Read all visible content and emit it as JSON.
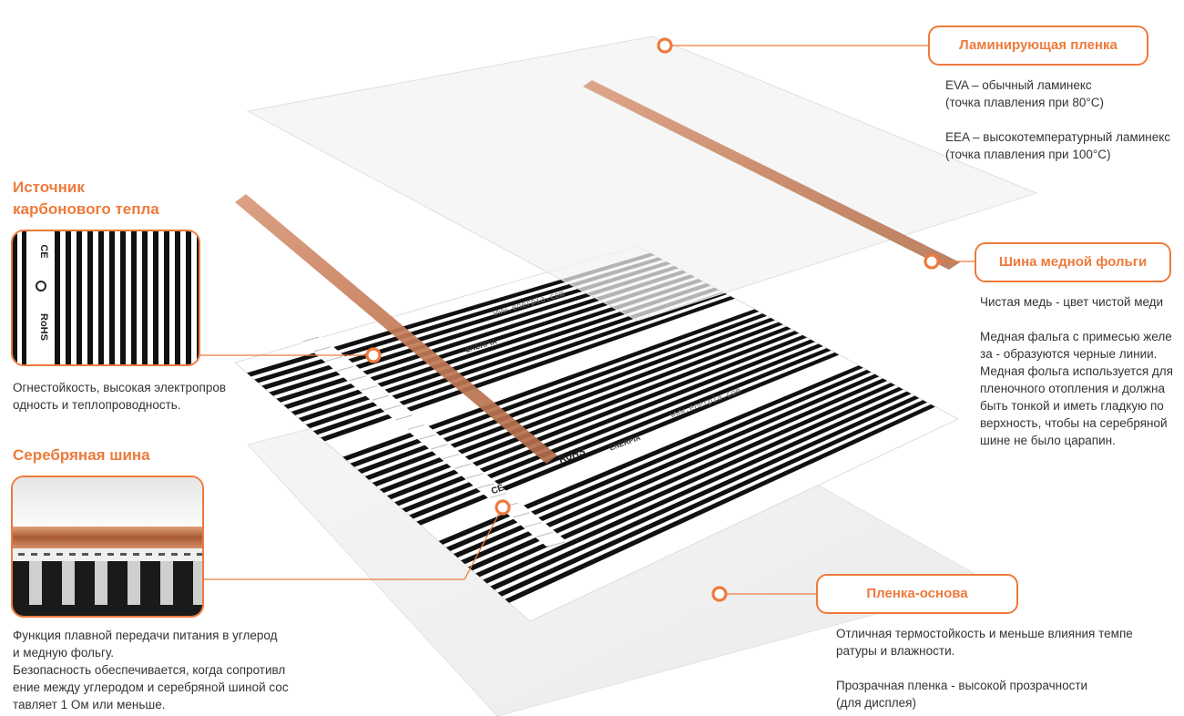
{
  "colors": {
    "accent": "#ee7a3c",
    "copper": "#c9825f",
    "carbon": "#111111",
    "silver": "#ffffff",
    "text": "#333333"
  },
  "callouts": {
    "laminating_film": {
      "label": "Ламинирующая пленка",
      "text": "EVA – обычный ламинекс\n(точка плавления при 80°C)\n\nEEA – высокотемпературный ламинекс\n(точка плавления при 100°C)"
    },
    "copper_bus": {
      "label": "Шина медной фольги",
      "text": "Чистая медь - цвет чистой меди\n\nМедная фальга с примесью желе\nза - образуются черные линии.\nМедная фольга используется для\nпленочного отопления и должна\nбыть тонкой и иметь гладкую по\nверхность, чтобы на серебряной\nшине не было царапин."
    },
    "carbon_source": {
      "label": "Источник\nкарбонового тепла",
      "text": "Огнестойкость, высокая электропров\nодность и теплопроводность."
    },
    "silver_bus": {
      "label": "Серебряная шина",
      "text": "Функция плавной передачи питания в углерод\nи медную фольгу.\nБезопасность обеспечивается, когда сопротивл\nение между углеродом и серебряной шиной сос\nтавляет 1 Ом или меньше."
    },
    "base_film": {
      "label": "Пленка-основа",
      "text": "Отличная термостойкость и меньше влияния темпе\nратуры и влажности.\n\nПрозрачная пленка - высокой прозрачности\n(для дисплея)"
    }
  },
  "film_print": {
    "website": "www.enerpia.com",
    "brand": "ENERPIA",
    "rohs": "RoHS",
    "ce": "CE"
  },
  "photo_carbon_print": {
    "ce": "CE",
    "rohs": "RoHS"
  }
}
